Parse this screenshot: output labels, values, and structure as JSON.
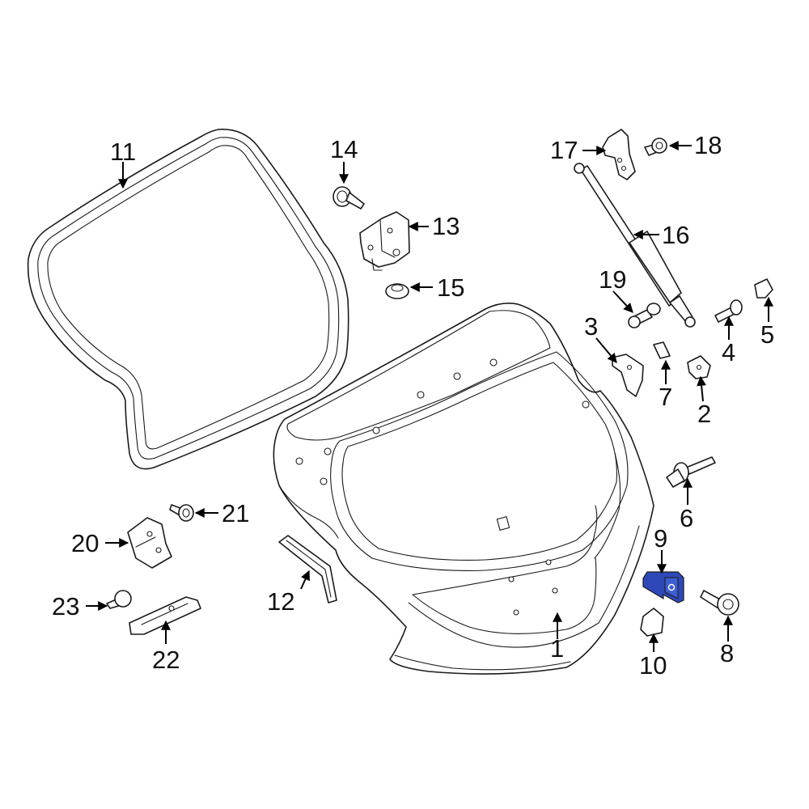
{
  "highlight_color": "#2e48b8",
  "highlighted_part": "9",
  "callouts": [
    {
      "id": "p1",
      "label": "1"
    },
    {
      "id": "p2",
      "label": "2"
    },
    {
      "id": "p3",
      "label": "3"
    },
    {
      "id": "p4",
      "label": "4"
    },
    {
      "id": "p5",
      "label": "5"
    },
    {
      "id": "p6",
      "label": "6"
    },
    {
      "id": "p7",
      "label": "7"
    },
    {
      "id": "p8",
      "label": "8"
    },
    {
      "id": "p9",
      "label": "9"
    },
    {
      "id": "p10",
      "label": "10"
    },
    {
      "id": "p11",
      "label": "11"
    },
    {
      "id": "p12",
      "label": "12"
    },
    {
      "id": "p13",
      "label": "13"
    },
    {
      "id": "p14",
      "label": "14"
    },
    {
      "id": "p15",
      "label": "15"
    },
    {
      "id": "p16",
      "label": "16"
    },
    {
      "id": "p17",
      "label": "17"
    },
    {
      "id": "p18",
      "label": "18"
    },
    {
      "id": "p19",
      "label": "19"
    },
    {
      "id": "p20",
      "label": "20"
    },
    {
      "id": "p21",
      "label": "21"
    },
    {
      "id": "p22",
      "label": "22"
    },
    {
      "id": "p23",
      "label": "23"
    }
  ]
}
